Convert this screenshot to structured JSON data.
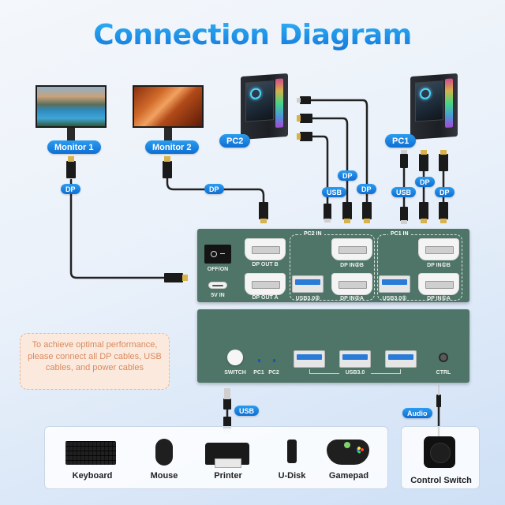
{
  "title": "Connection Diagram",
  "colors": {
    "title_blue": "#1a8be6",
    "pill_blue": "#0f6ed3",
    "kvm_panel": "#4f7568",
    "note_bg": "#fbe9dd",
    "note_text": "#d98a5d"
  },
  "monitors": [
    {
      "label": "Monitor 1",
      "cable_label": "DP"
    },
    {
      "label": "Monitor 2",
      "cable_label": "DP"
    }
  ],
  "computers": [
    {
      "label": "PC2",
      "cables": [
        "USB",
        "DP",
        "DP"
      ]
    },
    {
      "label": "PC1",
      "cables": [
        "USB",
        "DP",
        "DP"
      ]
    }
  ],
  "kvm_rear": {
    "power_switch_label": "OFF/ON",
    "power_in_label": "5V IN",
    "dp_out_b": "DP OUT B",
    "dp_out_a": "DP OUT A",
    "pc2_group": {
      "label": "PC2 IN",
      "dp_b": "DP IN②B",
      "dp_a": "DP IN②A",
      "usb": "USB3.0②"
    },
    "pc1_group": {
      "label": "PC1 IN",
      "dp_b": "DP IN①B",
      "dp_a": "DP IN①A",
      "usb": "USB3.0①"
    }
  },
  "kvm_front": {
    "switch_label": "SWITCH",
    "led1_label": "PC1",
    "led2_label": "PC2",
    "usb_hub_label": "USB3.0",
    "ctrl_label": "CTRL"
  },
  "note": "To achieve optimal performance, please connect all DP cables, USB cables, and power cables",
  "peripherals": {
    "cable_label": "USB",
    "devices": [
      "Keyboard",
      "Mouse",
      "Printer",
      "U-Disk",
      "Gamepad"
    ]
  },
  "control_switch": {
    "cable_label": "Audio",
    "label": "Control Switch"
  }
}
